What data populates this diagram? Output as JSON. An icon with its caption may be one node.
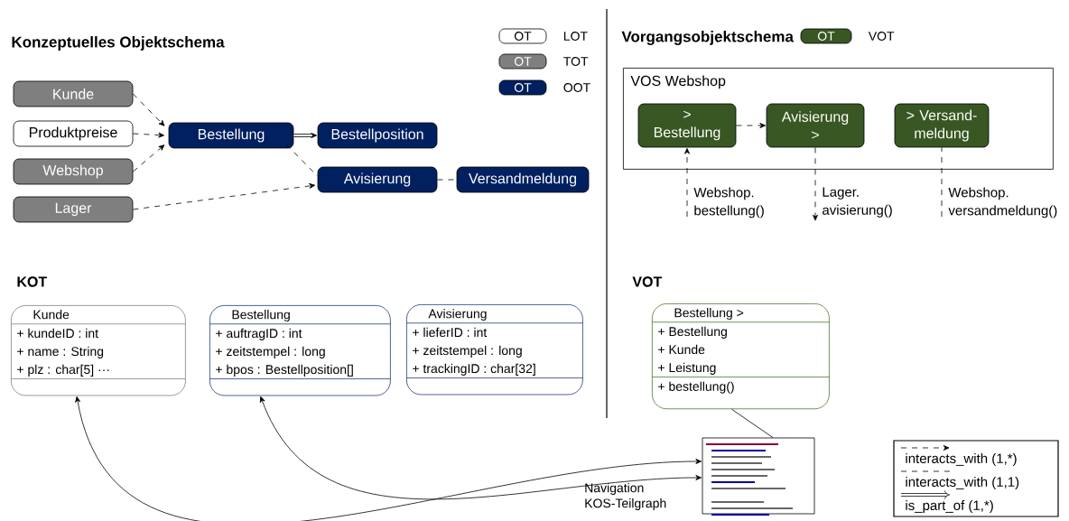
{
  "diagram": {
    "nodes": [
      {
        "text": [
          "Kunde"
        ]
      },
      {
        "text": [
          "Produktpreise"
        ]
      },
      {
        "text": [
          "Webshop"
        ]
      },
      {
        "text": [
          "Lager"
        ]
      },
      {
        "text": [
          "Bestellung"
        ]
      },
      {
        "text": [
          "Bestellposition"
        ]
      },
      {
        "text": [
          "Avisierung"
        ]
      },
      {
        "text": [
          "Versandmeldung"
        ]
      },
      {
        "text": [
          "OT"
        ],
        "beside": [
          "LOT"
        ]
      },
      {
        "text": [
          "OT"
        ],
        "beside": [
          "TOT"
        ]
      },
      {
        "text": [
          "OT"
        ],
        "beside": [
          "OOT"
        ]
      },
      {
        "text": [
          "OT"
        ],
        "beside": [
          "VOT"
        ]
      },
      {
        "text": [
          "VOS Webshop"
        ]
      },
      {
        "text": [
          "> Bestellung"
        ],
        "in": 12
      },
      {
        "text": [
          "Avisierung >"
        ],
        "in": 12
      },
      {
        "text": [
          "> Versand-meldung"
        ],
        "in": 12
      },
      {
        "text": [
          "Kunde",
          "+ kundeID : int",
          "+ name : String",
          "+ plz : char[5] ···"
        ]
      },
      {
        "text": [
          "Bestellung",
          "+ auftragID : int",
          "+ zeitstempel : long",
          "+ bpos : Bestellposition[]"
        ]
      },
      {
        "text": [
          "Avisierung",
          "+ lieferID : int",
          "+ zeitstempel : long",
          "+ trackingID : char[32]"
        ]
      },
      {
        "text": [
          "Bestellung >",
          "+ Bestellung",
          "+ Kunde",
          "+ Leistung",
          "+ bestellung()"
        ]
      },
      {
        "text": [],
        "shape": "picture",
        "beside": [
          "Navigation KOS-Teilgraph"
        ]
      }
    ],
    "edges": [
      {
        "from": 0,
        "to": 4,
        "arrow": "to",
        "style": "dashed"
      },
      {
        "from": 1,
        "to": 4,
        "arrow": "to",
        "style": "dashed"
      },
      {
        "from": 2,
        "to": 4,
        "arrow": "to",
        "style": "dashed"
      },
      {
        "from": 4,
        "to": 5,
        "arrow": "to",
        "style": "thick"
      },
      {
        "from": 4,
        "to": 6,
        "arrow": "none",
        "style": "dashed"
      },
      {
        "from": 3,
        "to": 6,
        "arrow": "to",
        "style": "dashed"
      },
      {
        "from": 6,
        "to": 7,
        "arrow": "none",
        "style": "dashed"
      },
      {
        "from": 13,
        "to": 14,
        "arrow": "to",
        "style": "dashed"
      },
      {
        "from": null,
        "to": 13,
        "arrow": "to",
        "style": "dashed",
        "label": "Webshop. bestellung()"
      },
      {
        "from": 14,
        "to": null,
        "arrow": "to",
        "style": "dashed",
        "label": "Lager. avisierung()"
      },
      {
        "from": null,
        "to": 15,
        "arrow": "none",
        "style": "dashed",
        "label": "Webshop. versandmeldung()"
      },
      {
        "from": 19,
        "to": 20,
        "arrow": "none"
      },
      {
        "from": 16,
        "to": 20,
        "arrow": "both"
      },
      {
        "from": 17,
        "to": 20,
        "arrow": "both"
      }
    ],
    "labels": [
      "Konzeptuelles Objektschema",
      "Vorgangsobjektschema",
      "KOT",
      "VOT"
    ],
    "legend": [
      {
        "text": "interacts_with (1,*)"
      },
      {
        "text": "interacts_with (1,1)"
      },
      {
        "text": "is_part_of (1,*)"
      }
    ]
  }
}
